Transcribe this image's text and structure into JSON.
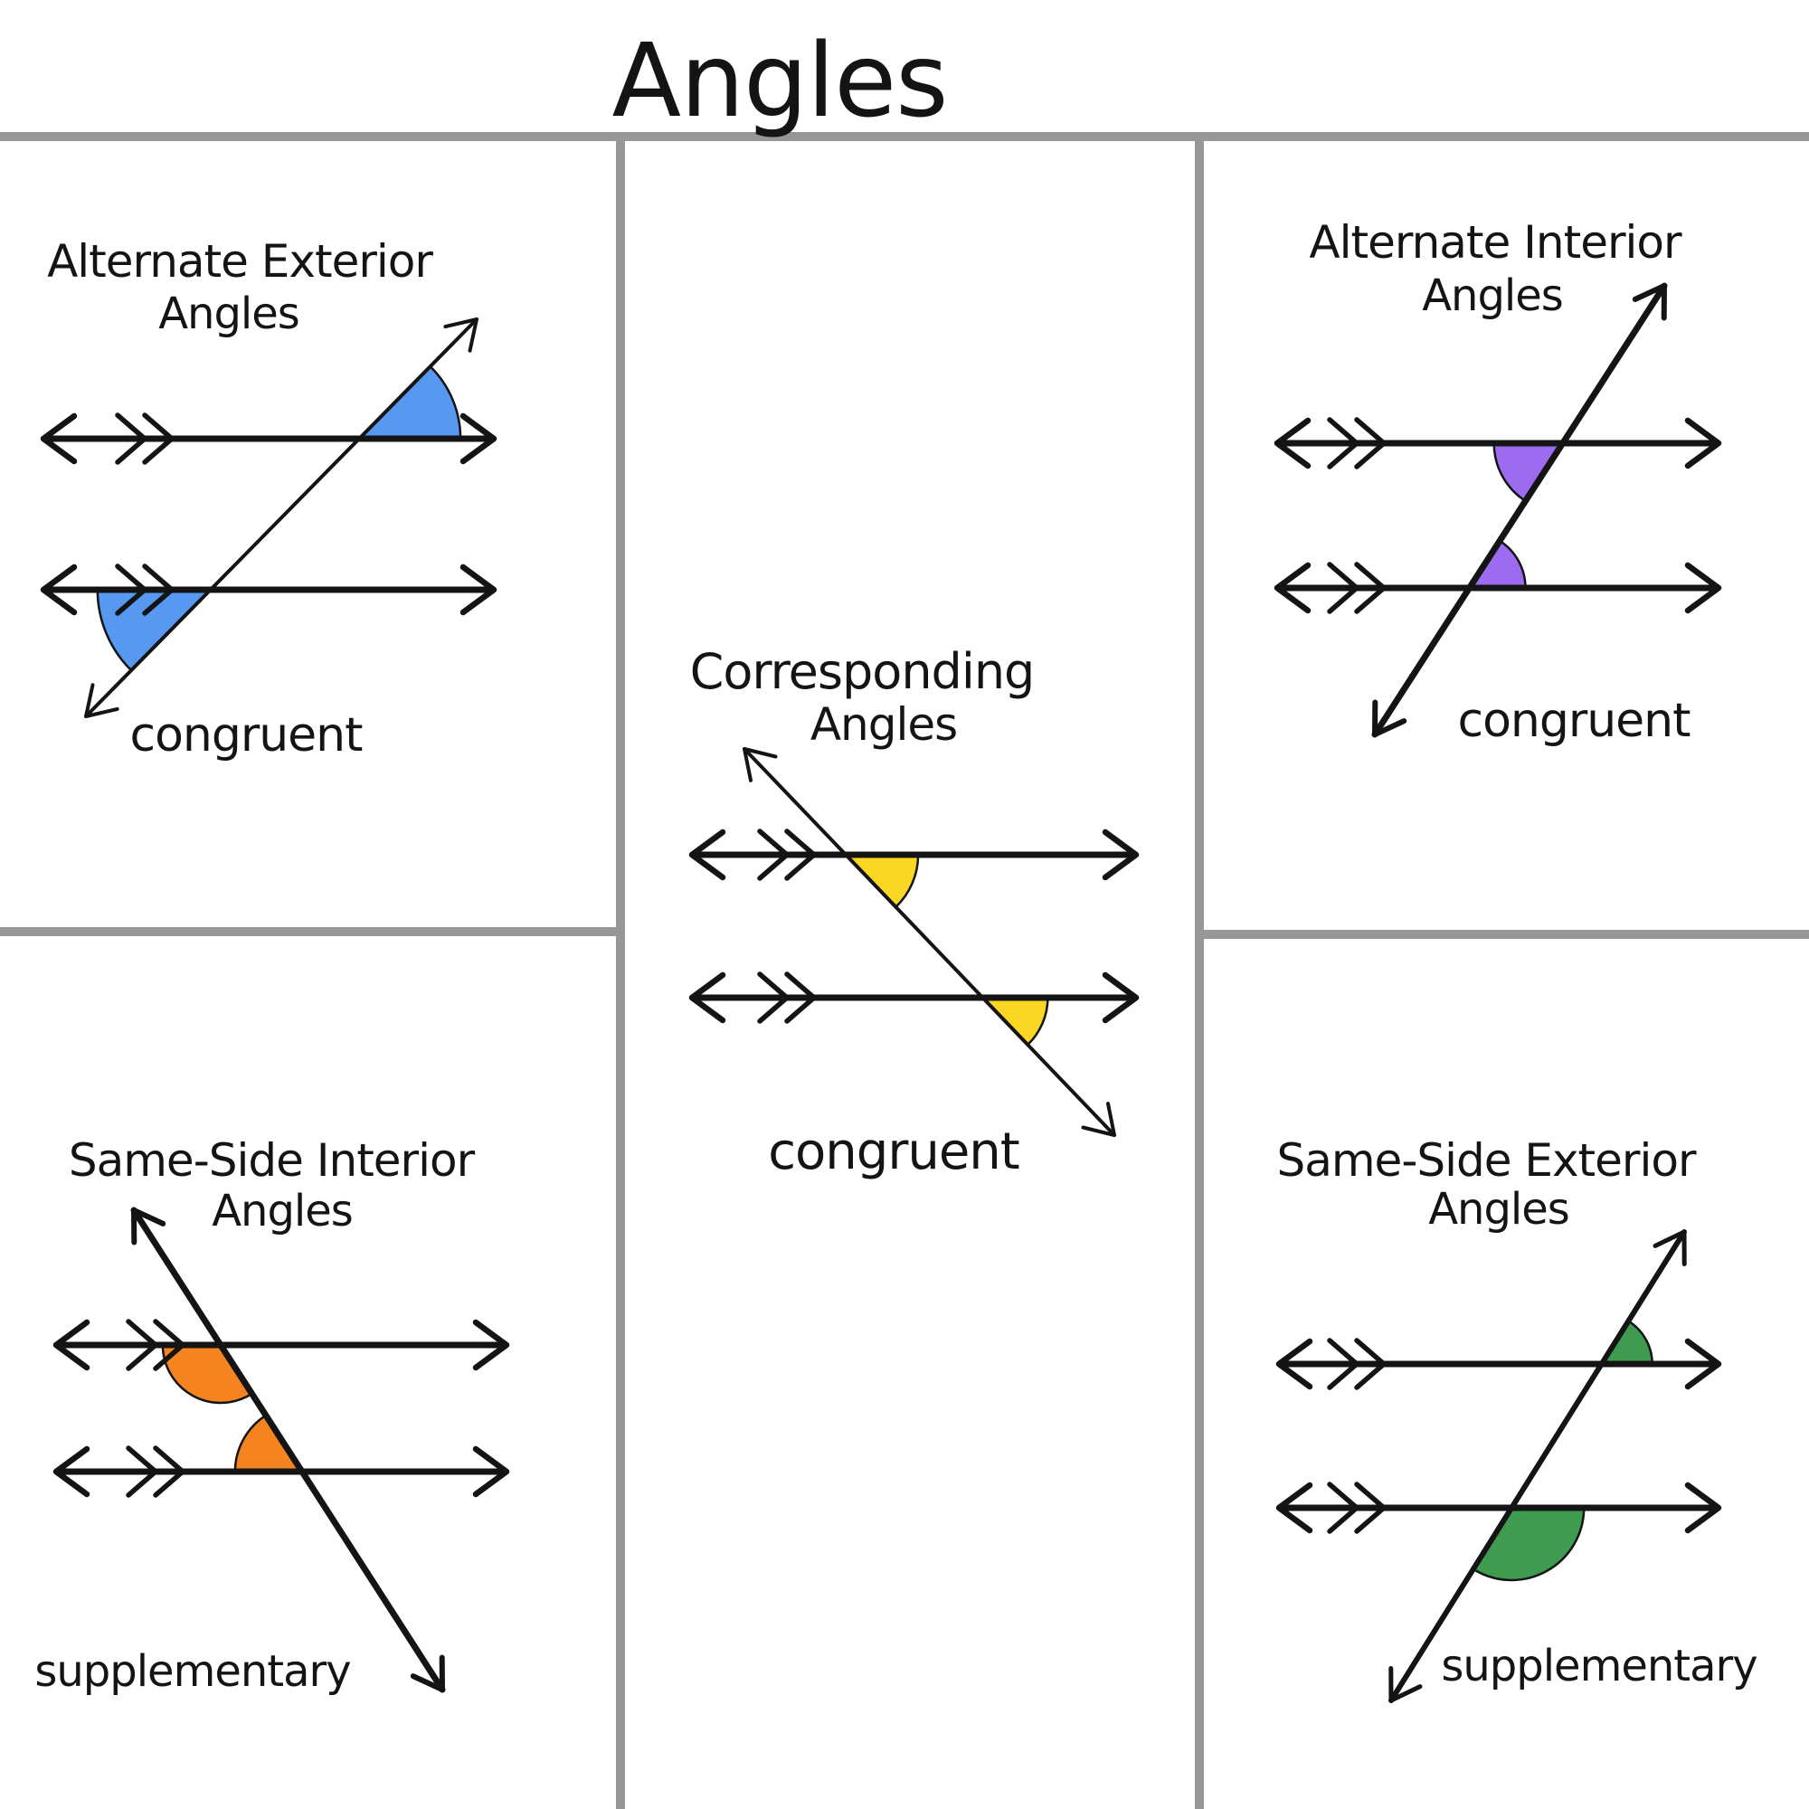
{
  "title": "Angles",
  "colors": {
    "ink": "#141414",
    "border": "#979797",
    "background": "#ffffff"
  },
  "panels": [
    {
      "id": "alternate-exterior",
      "heading_line1": "Alternate Exterior",
      "heading_line2": "Angles",
      "relationship": "congruent",
      "angle_color": "#5799F0"
    },
    {
      "id": "alternate-interior",
      "heading_line1": "Alternate Interior",
      "heading_line2": "Angles",
      "relationship": "congruent",
      "angle_color": "#9D6BEF"
    },
    {
      "id": "corresponding",
      "heading_line1": "Corresponding",
      "heading_line2": "Angles",
      "relationship": "congruent",
      "angle_color": "#FAD723"
    },
    {
      "id": "same-side-interior",
      "heading_line1": "Same-Side Interior",
      "heading_line2": "Angles",
      "relationship": "supplementary",
      "angle_color": "#F5831F"
    },
    {
      "id": "same-side-exterior",
      "heading_line1": "Same-Side Exterior",
      "heading_line2": "Angles",
      "relationship": "supplementary",
      "angle_color": "#3E9B4F"
    }
  ]
}
